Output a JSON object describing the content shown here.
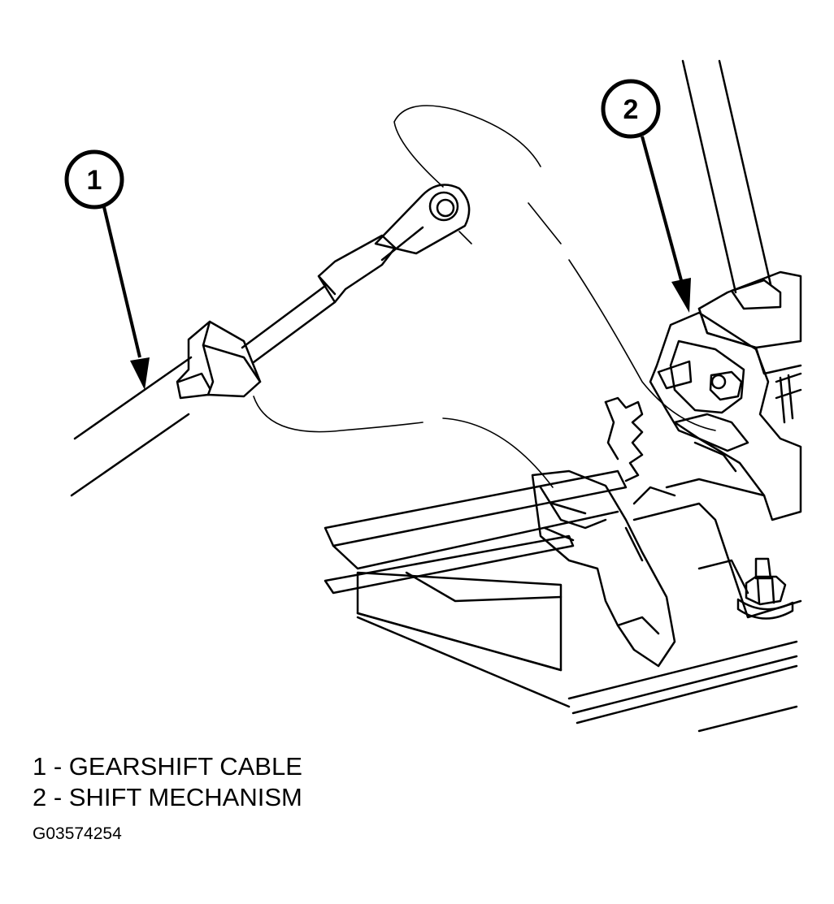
{
  "callouts": [
    {
      "number": "1"
    },
    {
      "number": "2"
    }
  ],
  "legend": [
    {
      "text": "1 - GEARSHIFT CABLE"
    },
    {
      "text": "2 - SHIFT MECHANISM"
    }
  ],
  "figure_id": "G03574254",
  "colors": {
    "ink": "#000000",
    "paper": "#ffffff"
  }
}
